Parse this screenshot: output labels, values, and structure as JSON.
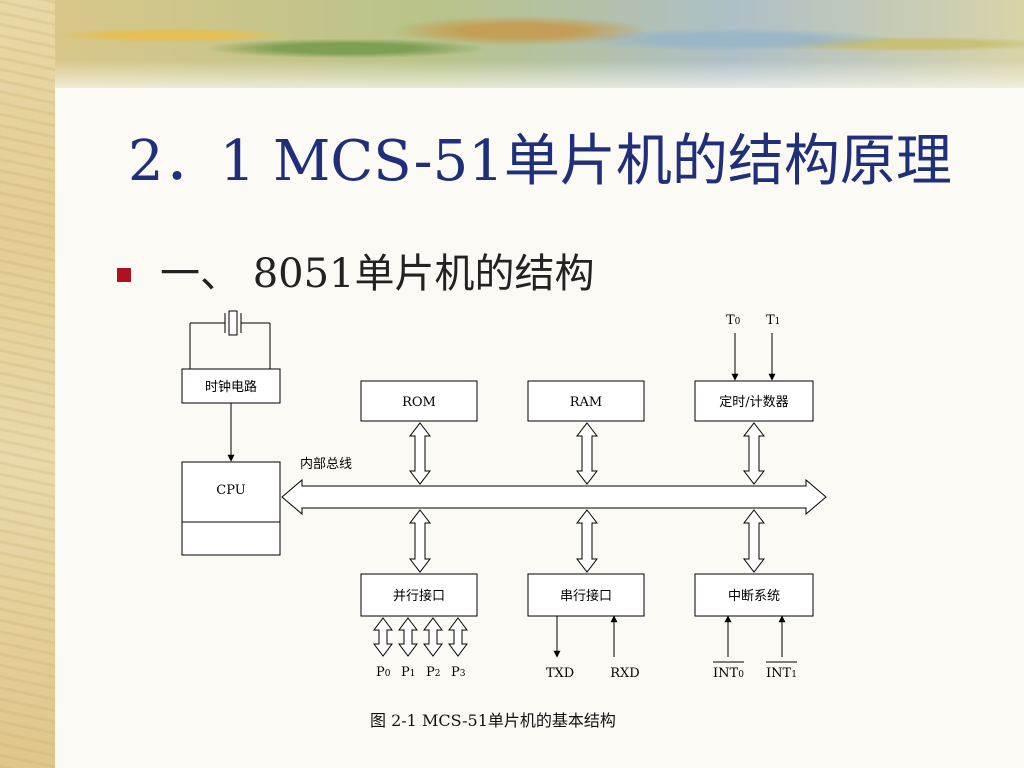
{
  "slide": {
    "title": "2．1  MCS-51单片机的结构原理",
    "subtitle": "一、 8051单片机的结构",
    "caption": "图 2-1  MCS-51单片机的基本结构"
  },
  "diagram": {
    "blocks": {
      "clock": "时钟电路",
      "cpu": "CPU",
      "rom": "ROM",
      "ram": "RAM",
      "timer": "定时/计数器",
      "parallel": "并行接口",
      "serial": "串行接口",
      "interrupt": "中断系统"
    },
    "bus_label": "内部总线",
    "timer_inputs": {
      "t0": "T",
      "t0_sub": "0",
      "t1": "T",
      "t1_sub": "1"
    },
    "ports": [
      {
        "name": "P",
        "sub": "0"
      },
      {
        "name": "P",
        "sub": "1"
      },
      {
        "name": "P",
        "sub": "2"
      },
      {
        "name": "P",
        "sub": "3"
      }
    ],
    "serial_signals": {
      "txd": "TXD",
      "rxd": "RXD"
    },
    "interrupt_inputs": [
      {
        "name": "INT",
        "sub": "0"
      },
      {
        "name": "INT",
        "sub": "1"
      }
    ]
  },
  "colors": {
    "title": "#1f2f7a",
    "bullet": "#b01020"
  }
}
